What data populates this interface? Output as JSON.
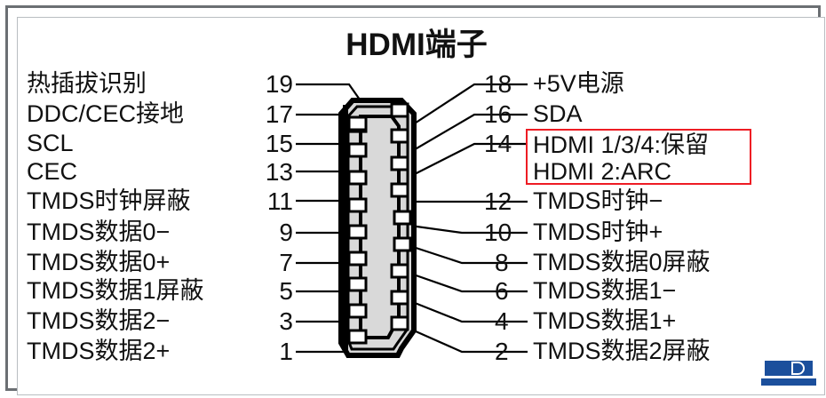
{
  "title": "HDMI端子",
  "colors": {
    "frame_border": "#6b6f73",
    "highlight_box": "#ee1c24",
    "connector_body": "#d9d9d9",
    "connector_outline": "#000000",
    "logo_blue": "#1b4f9c",
    "text": "#111111"
  },
  "left_pins": [
    {
      "number": "19",
      "label": "热插拔识别"
    },
    {
      "number": "17",
      "label": "DDC/CEC接地"
    },
    {
      "number": "15",
      "label": "SCL"
    },
    {
      "number": "13",
      "label": "CEC"
    },
    {
      "number": "11",
      "label": "TMDS时钟屏蔽"
    },
    {
      "number": "9",
      "label": "TMDS数据0−"
    },
    {
      "number": "7",
      "label": "TMDS数据0+"
    },
    {
      "number": "5",
      "label": "TMDS数据1屏蔽"
    },
    {
      "number": "3",
      "label": "TMDS数据2−"
    },
    {
      "number": "1",
      "label": "TMDS数据2+"
    }
  ],
  "right_pins": [
    {
      "number": "18",
      "label": "+5V电源"
    },
    {
      "number": "16",
      "label": "SDA"
    },
    {
      "number": "14",
      "label": ""
    },
    {
      "number": "12",
      "label": "TMDS时钟−"
    },
    {
      "number": "10",
      "label": "TMDS时钟+"
    },
    {
      "number": "8",
      "label": "TMDS数据0屏蔽"
    },
    {
      "number": "6",
      "label": "TMDS数据1−"
    },
    {
      "number": "4",
      "label": "TMDS数据1+"
    },
    {
      "number": "2",
      "label": "TMDS数据2屏蔽"
    }
  ],
  "note": {
    "line1": "HDMI 1/3/4:保留",
    "line2": "HDMI 2:ARC"
  },
  "logo": {
    "name": "blue-badge-logo"
  }
}
